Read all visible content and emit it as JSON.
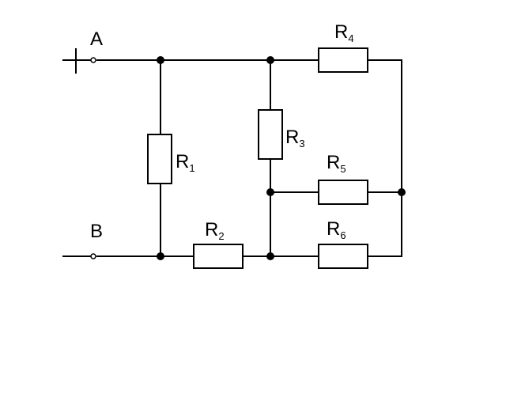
{
  "terminals": {
    "a": {
      "label": "A",
      "polarity": "+"
    },
    "b": {
      "label": "B"
    }
  },
  "resistors": [
    {
      "id": "r1",
      "letter": "R",
      "index": "1"
    },
    {
      "id": "r2",
      "letter": "R",
      "index": "2"
    },
    {
      "id": "r3",
      "letter": "R",
      "index": "3"
    },
    {
      "id": "r4",
      "letter": "R",
      "index": "4"
    },
    {
      "id": "r5",
      "letter": "R",
      "index": "5"
    },
    {
      "id": "r6",
      "letter": "R",
      "index": "6"
    }
  ],
  "colors": {
    "line": "#000000",
    "background": "#ffffff"
  }
}
